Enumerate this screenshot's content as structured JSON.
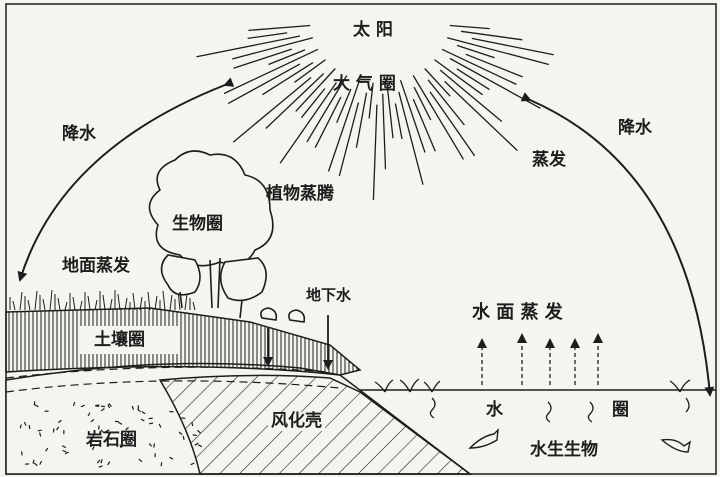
{
  "labels": {
    "sun": "太 阳",
    "atmosphere": "大 气 圈",
    "precipitation_left": "降水",
    "precipitation_right": "降水",
    "evaporation": "蒸发",
    "transpiration": "植物蒸腾",
    "biosphere": "生物圈",
    "ground_evaporation": "地面蒸发",
    "groundwater": "地下水",
    "soil_sphere": "土壤圈",
    "water_surface_evaporation": "水 面 蒸 发",
    "rock_sphere": "岩石圈",
    "weathering_crust": "风化壳",
    "water_char": "水",
    "sphere_char": "圈",
    "aquatic_life": "水生生物"
  },
  "colors": {
    "ink": "#1d1d1d",
    "paper": "#f6f4ee"
  }
}
